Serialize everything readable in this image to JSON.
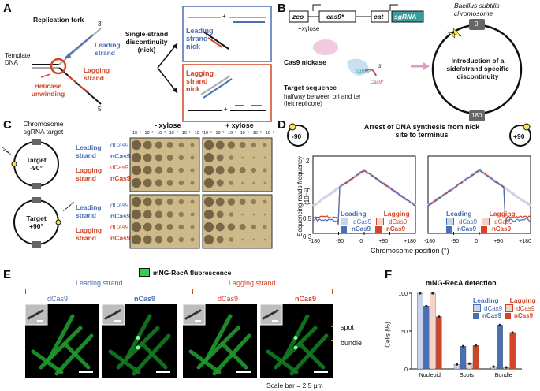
{
  "panels": {
    "A": {
      "label": "A",
      "replication_fork": "Replication fork",
      "template_dna": "Template DNA",
      "helicase": "Helicase unwinding",
      "leading_strand": "Leading strand",
      "lagging_strand": "Lagging strand",
      "single_strand": "Single-strand discontinuity (nick)",
      "leading_nick": "Leading strand nick",
      "lagging_nick": "Lagging strand nick",
      "five_prime": "5'",
      "three_prime": "3'",
      "plus": "+"
    },
    "B": {
      "label": "B",
      "zeo": "zeo",
      "cas9": "cas9*",
      "cat": "cat",
      "sgrna": "sgRNA",
      "xylose": "+xylose",
      "nickase": "Cas9 nickase",
      "target_title": "Target sequence",
      "target_desc": "halfway between ori and ter (left replicore)",
      "bsub": "Bacillus subtilis chromosome",
      "intro": "Introduction of a side/strand specific discontinuity",
      "deg0": "0",
      "deg180": "180",
      "sgrna_small": "sgRNA",
      "cas_small": "Cas9*",
      "three": "3'"
    },
    "C": {
      "label": "C",
      "title": "Chromosome sgRNA target",
      "target1": "Target -90°",
      "target2": "Target +90°",
      "minus_xylose": "- xylose",
      "plus_xylose": "+ xylose",
      "dilutions": [
        "10⁻¹",
        "10⁻²",
        "10⁻³",
        "10⁻⁴",
        "10⁻⁵",
        "10⁻⁶"
      ],
      "leading": "Leading strand",
      "lagging": "Lagging strand",
      "dcas9": "dCas9",
      "ncas9": "nCas9"
    },
    "D": {
      "label": "D",
      "title": "Arrest of DNA synthesis from nick site to terminus",
      "m90": "-90",
      "p90": "+90",
      "ylabel": "Sequencing reads frequency (10⁻⁶)",
      "xlabel": "Chromosome position (°)",
      "leading": "Leading",
      "lagging": "Lagging",
      "dcas9": "dCas9",
      "ncas9": "nCas9",
      "yticks": [
        "2",
        "1",
        "0.5",
        "0.3"
      ],
      "xticks": [
        "-180",
        "-90",
        "0",
        "+90",
        "+180"
      ]
    },
    "E": {
      "label": "E",
      "legend": "mNG-RecA fluorescence",
      "leading": "Leading strand",
      "lagging": "Lagging strand",
      "dcas9": "dCas9",
      "ncas9": "nCas9",
      "spot": "spot",
      "bundle": "bundle",
      "scale": "Scale bar = 2.5 µm"
    },
    "F": {
      "label": "F",
      "title": "mNG-RecA detection",
      "ylabel": "Cells (%)",
      "yticks": [
        "100",
        "50",
        "0"
      ],
      "leading": "Leading",
      "lagging": "Lagging",
      "dcas9": "dCas9",
      "ncas9": "nCas9"
    }
  },
  "chart_data": [
    {
      "type": "bar",
      "title": "mNG-RecA detection",
      "ylabel": "Cells (%)",
      "ylim": [
        0,
        100
      ],
      "categories": [
        "Nucleoid",
        "Spots",
        "Bundle"
      ],
      "series": [
        {
          "name": "Leading dCas9",
          "color": "#c9d3ec",
          "values": [
            100,
            6,
            3
          ]
        },
        {
          "name": "Leading nCas9",
          "color": "#4a6fb5",
          "values": [
            83,
            30,
            58
          ]
        },
        {
          "name": "Lagging dCas9",
          "color": "#f6d3c8",
          "values": [
            100,
            7,
            2
          ]
        },
        {
          "name": "Lagging nCas9",
          "color": "#d44527",
          "values": [
            69,
            31,
            48
          ]
        }
      ]
    }
  ],
  "colors": {
    "blue": "#4a6fb5",
    "red": "#d44527",
    "lightblue": "#c9d3ec",
    "lightred": "#f6d3c8"
  }
}
